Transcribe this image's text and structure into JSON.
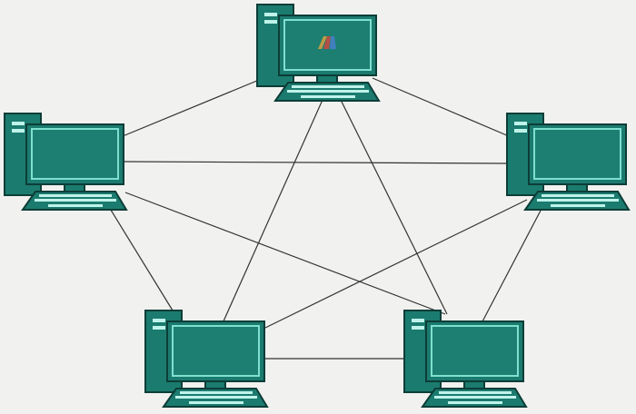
{
  "colors": {
    "background": "#f1f1ef",
    "body": "#1b7b6f",
    "outline": "#0d3d37",
    "screen_border": "#7fe0cf",
    "keys": "#bff3ea",
    "link": "#333333"
  },
  "nodes": [
    {
      "id": "top",
      "icon": "desktop-computer-icon"
    },
    {
      "id": "left",
      "icon": "desktop-computer-icon"
    },
    {
      "id": "right",
      "icon": "desktop-computer-icon"
    },
    {
      "id": "bottom-left",
      "icon": "desktop-computer-icon"
    },
    {
      "id": "bottom-right",
      "icon": "desktop-computer-icon"
    }
  ],
  "links": [
    [
      "top",
      "left"
    ],
    [
      "top",
      "right"
    ],
    [
      "left",
      "right"
    ],
    [
      "left",
      "bottom-left"
    ],
    [
      "left",
      "bottom-right"
    ],
    [
      "top",
      "bottom-left"
    ],
    [
      "top",
      "bottom-right"
    ],
    [
      "right",
      "bottom-left"
    ],
    [
      "right",
      "bottom-right"
    ],
    [
      "bottom-left",
      "bottom-right"
    ]
  ]
}
